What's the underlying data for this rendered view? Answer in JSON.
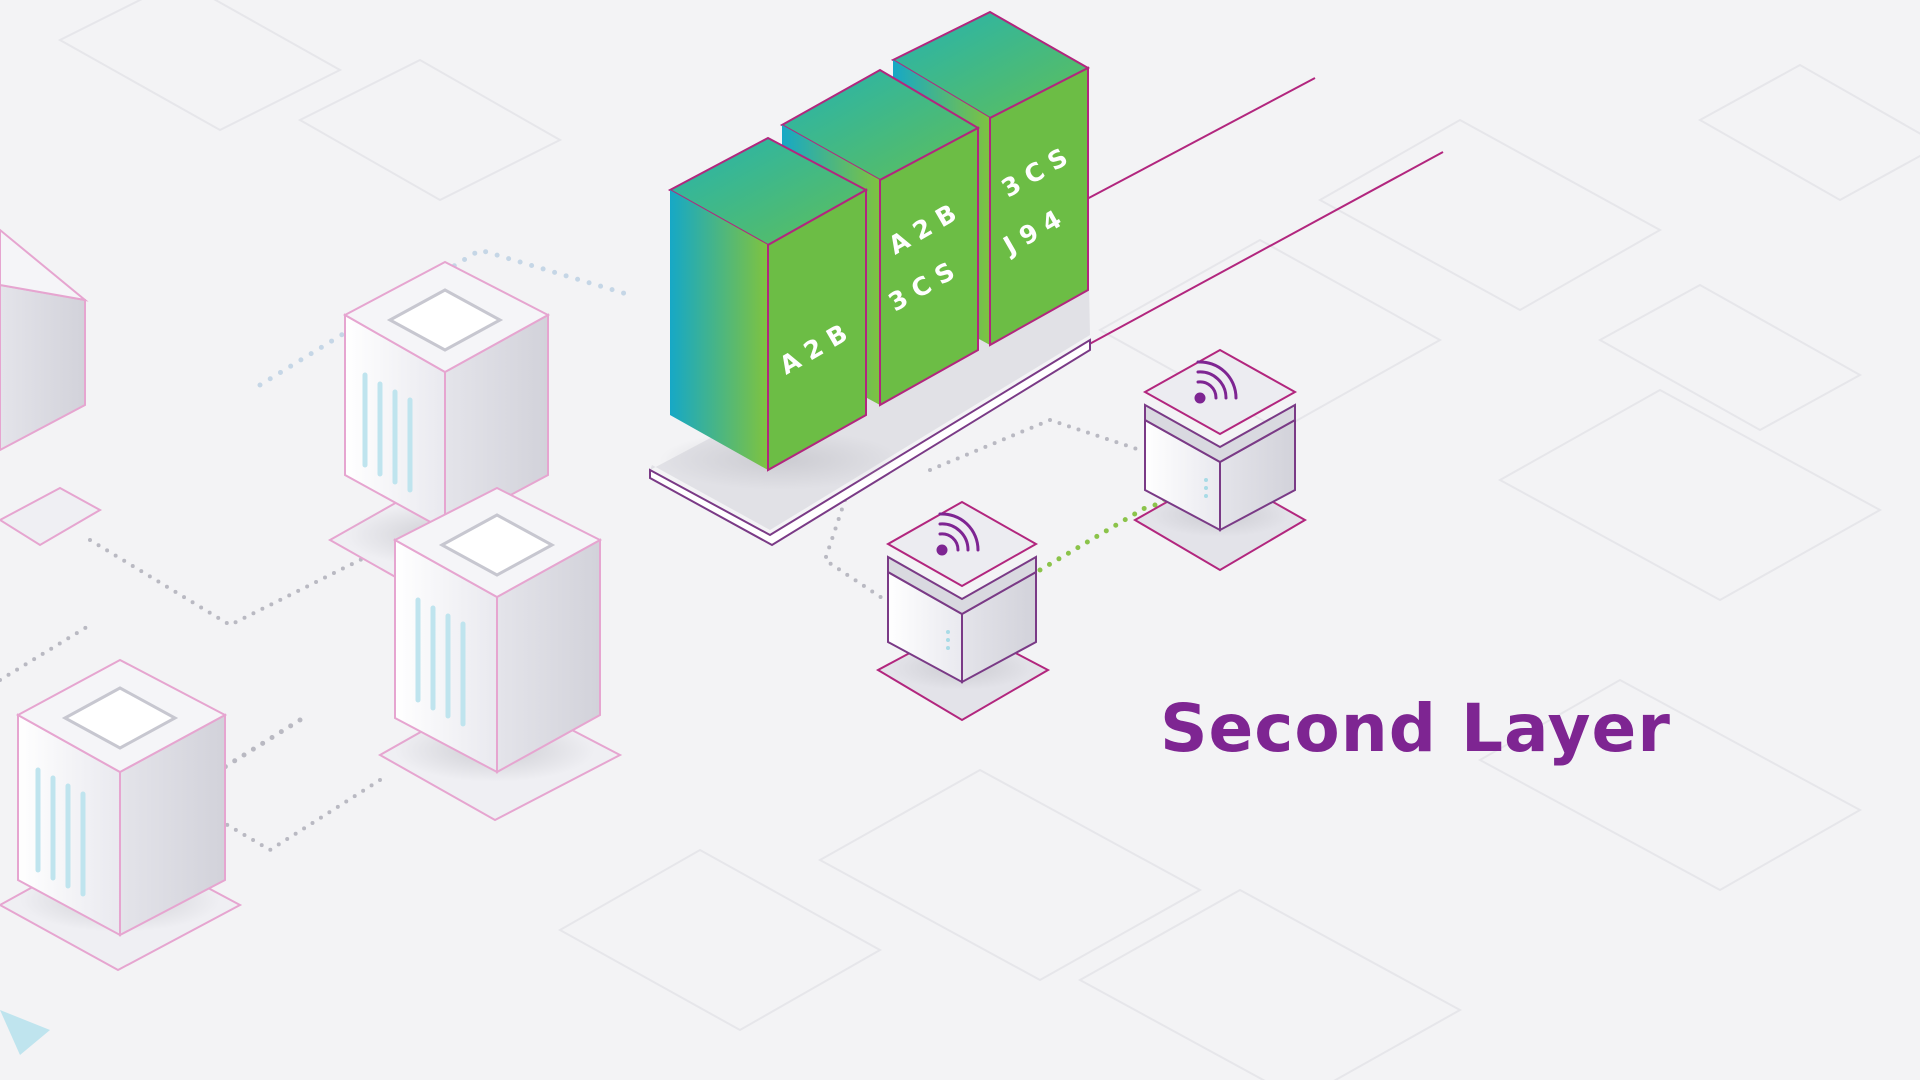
{
  "caption": "Second Layer",
  "colors": {
    "background": "#f3f3f5",
    "server_gradient_start": "#1aa9c4",
    "server_gradient_end": "#7cc241",
    "outline_magenta": "#b2267e",
    "caption": "#7e2592",
    "dots_green": "#8bc34a",
    "dots_gray": "#b9b9c2"
  },
  "green_servers": [
    {
      "rows": [
        "A 2 B"
      ]
    },
    {
      "rows": [
        "A 2 B",
        "3 C S"
      ]
    },
    {
      "rows": [
        "3 C S",
        "J 9 4"
      ]
    }
  ],
  "icons": [
    "wifi-icon",
    "wifi-icon"
  ]
}
